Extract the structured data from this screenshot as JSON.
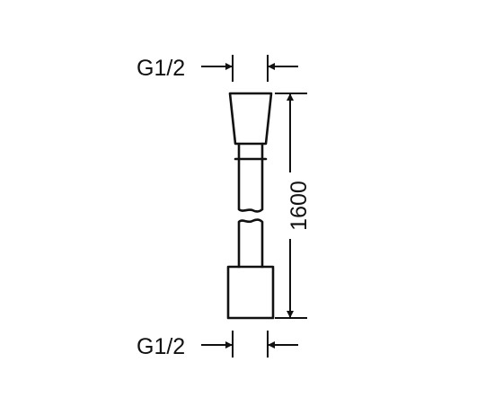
{
  "labels": {
    "top_thread": "G1/2",
    "bottom_thread": "G1/2",
    "length": "1600"
  },
  "colors": {
    "line": "#111111",
    "background": "#ffffff"
  }
}
